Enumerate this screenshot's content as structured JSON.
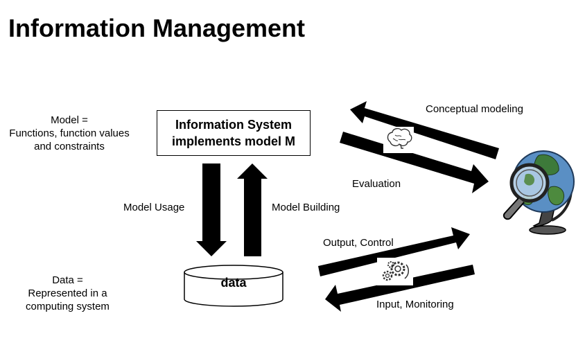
{
  "title": "Information Management",
  "model_def": {
    "line1": "Model  =",
    "line2": "Functions, function values",
    "line3": "and  constraints"
  },
  "data_def": {
    "line1": "Data  =",
    "line2": "Represented in a",
    "line3": "computing system"
  },
  "info_system": {
    "line1": "Information System",
    "line2": "implements model M"
  },
  "data_store": {
    "label": "data"
  },
  "arrows": {
    "model_usage": "Model Usage",
    "model_building": "Model Building",
    "conceptual_modeling": "Conceptual modeling",
    "evaluation": "Evaluation",
    "output_control": "Output, Control",
    "input_monitoring": "Input, Monitoring"
  },
  "icons": {
    "brain": "brain-icon",
    "gears": "gears-icon",
    "globe": "globe-magnifier-icon"
  }
}
